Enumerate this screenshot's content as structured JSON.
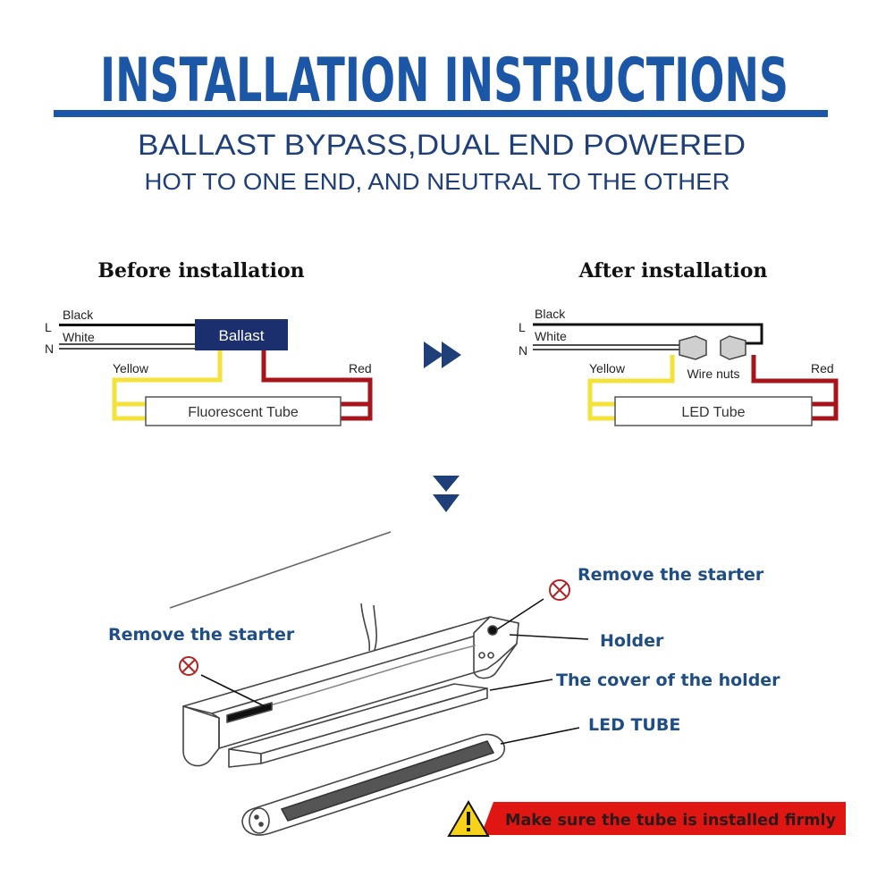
{
  "header": {
    "title": "INSTALLATION INSTRUCTIONS",
    "subtitle": "BALLAST BYPASS,DUAL END POWERED",
    "tagline": "HOT TO ONE END, AND NEUTRAL TO THE OTHER"
  },
  "before": {
    "heading": "Before installation",
    "line_l": "L",
    "line_n": "N",
    "wire_black": "Black",
    "wire_white": "White",
    "ballast": "Ballast",
    "wire_yellow": "Yellow",
    "wire_red": "Red",
    "tube": "Fluorescent Tube"
  },
  "after": {
    "heading": "After installation",
    "line_l": "L",
    "line_n": "N",
    "wire_black": "Black",
    "wire_white": "White",
    "wire_nuts": "Wire nuts",
    "wire_yellow": "Yellow",
    "wire_red": "Red",
    "tube": "LED Tube"
  },
  "fixture": {
    "remove_starter_left": "Remove the starter",
    "remove_starter_right": "Remove the starter",
    "holder": "Holder",
    "cover": "The cover of the holder",
    "led_tube": "LED TUBE"
  },
  "warning": {
    "text": "Make sure the tube is installed firmly"
  },
  "colors": {
    "title_blue": "#1c56a6",
    "dark_blue": "#1f3f78",
    "ballast_bg": "#1b2f6e",
    "yellow_wire": "#f3e23a",
    "red_wire": "#a8141b",
    "warning_red": "#e01612",
    "warning_yellow": "#f6d21a",
    "remove_icon_red": "#b02626"
  }
}
